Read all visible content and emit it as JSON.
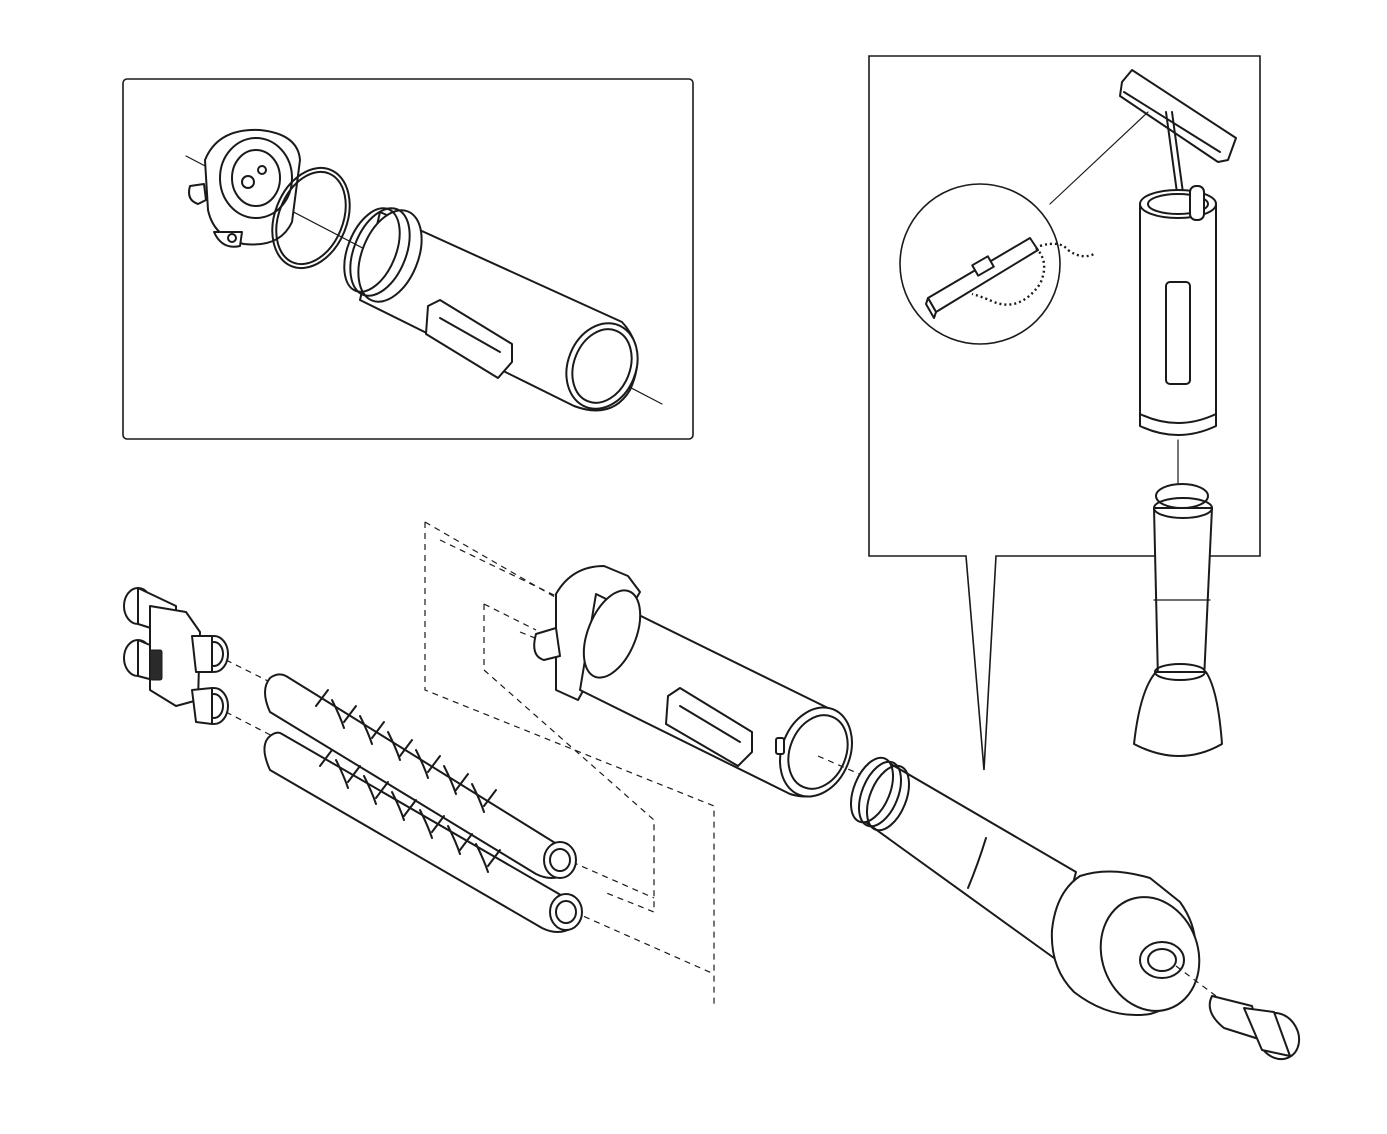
{
  "diagram": {
    "type": "exploded-assembly-line-drawing",
    "style": "black-and-white technical illustration",
    "colors": {
      "stroke": "#1a1a1a",
      "background": "#ffffff",
      "shade": "#e6e6e6"
    },
    "callouts": [
      {
        "name": "cartridge-housing-detail",
        "shape": "rectangle"
      },
      {
        "name": "pump-assembly-detail",
        "shape": "speech-balloon"
      },
      {
        "name": "cleaning-tool-detail",
        "shape": "circle"
      }
    ],
    "parts": [
      "end-cap",
      "o-ring",
      "housing-tube",
      "pump-handle",
      "pump-cylinder",
      "pump-base",
      "cleaning-tool-with-chain",
      "manifold-block",
      "tube-with-spring-upper",
      "tube-with-spring-lower",
      "filter-body",
      "intake-float",
      "end-plug"
    ]
  }
}
